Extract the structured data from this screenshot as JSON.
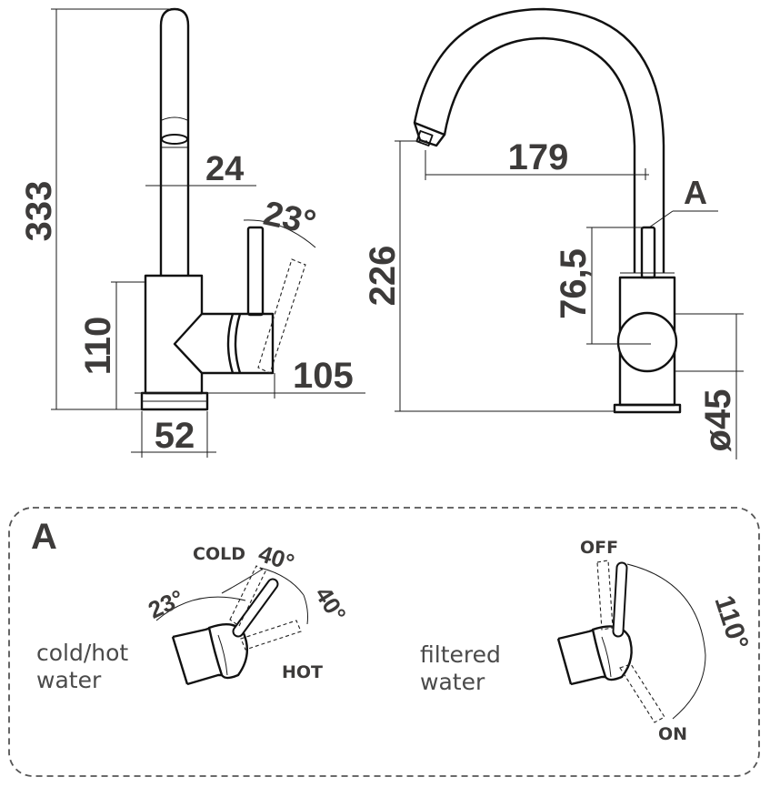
{
  "dimensions": {
    "total_height": "333",
    "spout_diameter": "24",
    "lever_angle": "23°",
    "body_height": "110",
    "lever_reach": "105",
    "base_width": "52",
    "spout_reach": "179",
    "outlet_height": "226",
    "detail_ref": "A",
    "lever_offset": "76,5",
    "base_diameter": "ø45"
  },
  "detail": {
    "label": "A",
    "left": {
      "caption_line1": "cold/hot",
      "caption_line2": "water",
      "tilt_angle": "23°",
      "cold_label": "COLD",
      "cold_angle": "40°",
      "hot_angle": "40°",
      "hot_label": "HOT"
    },
    "right": {
      "caption_line1": "filtered",
      "caption_line2": "water",
      "off_label": "OFF",
      "swing_angle": "110°",
      "on_label": "ON"
    }
  }
}
